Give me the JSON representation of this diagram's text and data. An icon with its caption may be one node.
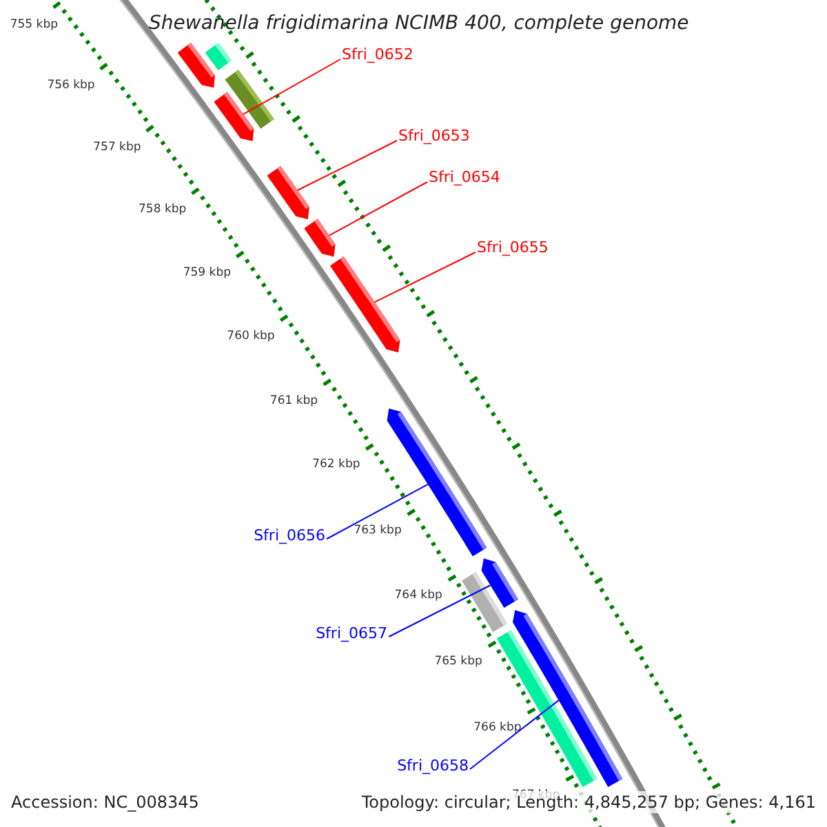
{
  "diagram": {
    "title": "Shewanella frigidimarina NCIMB 400, complete genome",
    "nodes": [
      {
        "text": [
          "Sfri_0652"
        ]
      },
      {
        "text": [
          "Sfri_0653"
        ]
      },
      {
        "text": [
          "Sfri_0654"
        ]
      },
      {
        "text": [
          "Sfri_0655"
        ]
      },
      {
        "text": [
          "Sfri_0656"
        ]
      },
      {
        "text": [
          "Sfri_0657"
        ]
      },
      {
        "text": [
          "Sfri_0658"
        ]
      },
      {
        "text": [],
        "shape": "bar"
      },
      {
        "text": [],
        "shape": "bar"
      },
      {
        "text": [],
        "shape": "bar"
      },
      {
        "text": [],
        "shape": "bar"
      },
      {
        "text": [],
        "shape": "bar"
      },
      {
        "text": [],
        "shape": "bar"
      },
      {
        "text": [],
        "shape": "bar"
      },
      {
        "text": [],
        "shape": "bar"
      },
      {
        "text": [],
        "shape": "bar"
      },
      {
        "text": [],
        "shape": "bar"
      },
      {
        "text": [],
        "shape": "bar"
      },
      {
        "text": [],
        "shape": "bar"
      }
    ],
    "edges": [
      {
        "from": 0,
        "to": 9,
        "arrow": "none"
      },
      {
        "from": 1,
        "to": 11,
        "arrow": "none"
      },
      {
        "from": 2,
        "to": 12,
        "arrow": "none"
      },
      {
        "from": 3,
        "to": 13,
        "arrow": "none"
      },
      {
        "from": 4,
        "to": 14,
        "arrow": "none",
        "color": "#0000ff"
      },
      {
        "from": 5,
        "to": 15,
        "arrow": "none",
        "color": "#0000ff"
      },
      {
        "from": 6,
        "to": 17,
        "arrow": "none",
        "color": "#0000ff"
      }
    ],
    "labels": [
      "755 kbp",
      "756 kbp",
      "757 kbp",
      "758 kbp",
      "759 kbp",
      "760 kbp",
      "761 kbp",
      "762 kbp",
      "763 kbp",
      "764 kbp",
      "765 kbp",
      "766 kbp",
      "767 kbp",
      "Accession: NC_008345",
      "Topology: circular; Length: 4,845,257 bp; Genes: 4,161"
    ]
  }
}
